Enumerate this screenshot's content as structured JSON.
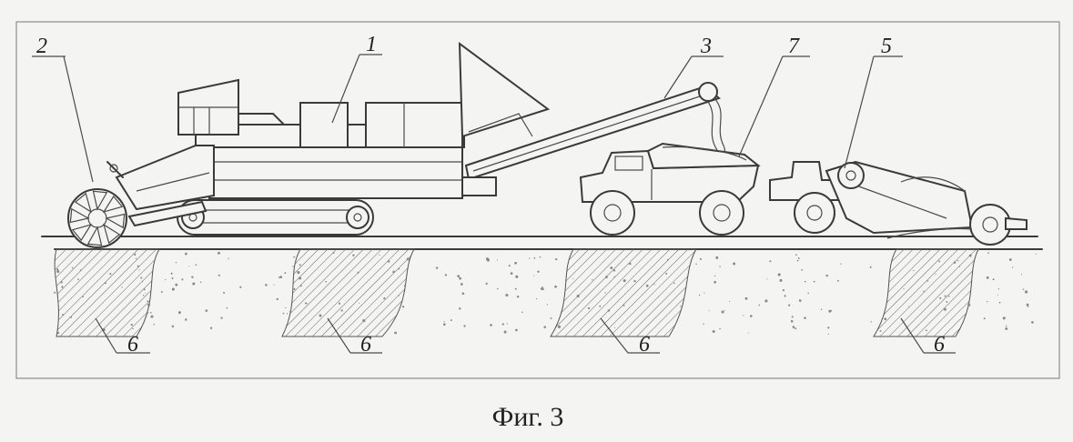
{
  "labels": {
    "machine": "1",
    "cutter": "2",
    "conveyor": "3",
    "scraper": "5",
    "truck": "7",
    "soil": "6"
  },
  "caption": "Фиг. 3"
}
